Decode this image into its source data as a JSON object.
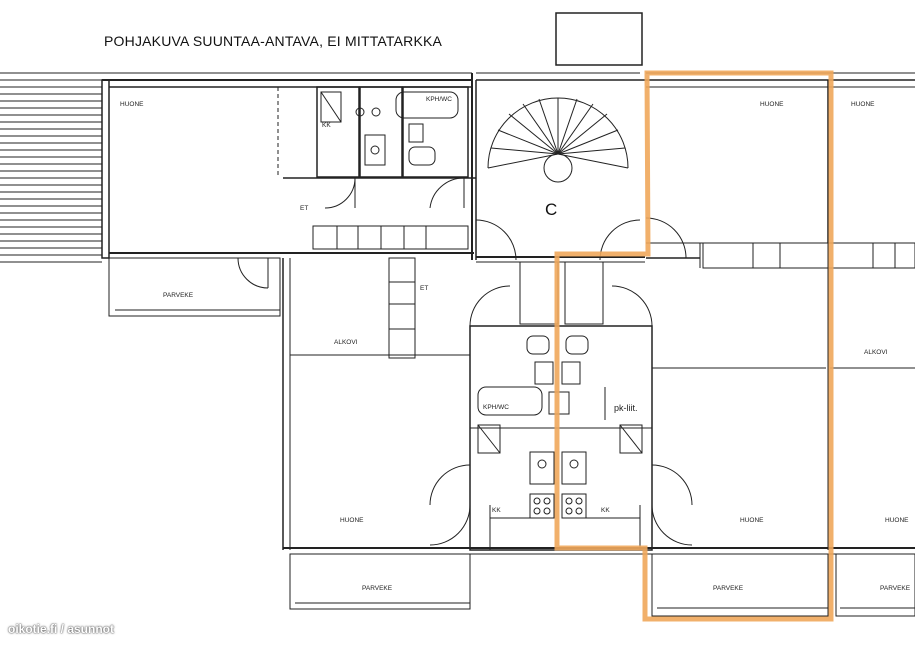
{
  "title": "POHJAKUVA SUUNTAA-ANTAVA, EI MITTATARKKA",
  "highlight_color": "#f0a85c",
  "labels": {
    "huone": "HUONE",
    "parveke": "PARVEKE",
    "alkovi": "ALKOVI",
    "et": "ET",
    "kk": "KK",
    "kph_wc": "KPH/WC",
    "stair": "C",
    "pk_liit": "pk-liit."
  },
  "watermark": "oikotie.fi / asunnot"
}
